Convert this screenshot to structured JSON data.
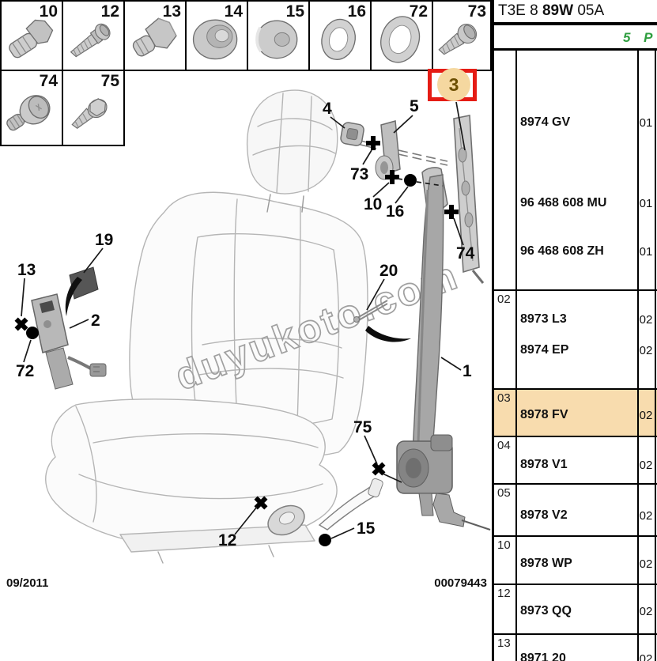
{
  "thumbnails": {
    "row1": [
      "10",
      "12",
      "13",
      "14",
      "15",
      "16",
      "72",
      "73"
    ],
    "row2": [
      "74",
      "75"
    ]
  },
  "diagram": {
    "highlight_number": "3",
    "watermark": "duyukoto.com",
    "date_code": "09/2011",
    "doc_number": "00079443",
    "callouts": {
      "c1": "1",
      "c2": "2",
      "c4": "4",
      "c5": "5",
      "c10": "10",
      "c12": "12",
      "c13": "13",
      "c15": "15",
      "c16": "16",
      "c19": "19",
      "c20": "20",
      "c72": "72",
      "c73": "73",
      "c74": "74",
      "c75": "75"
    }
  },
  "panel": {
    "title_prefix": "T3E 8 ",
    "title_bold": "89W",
    "title_suffix": " 05A",
    "green_note": "5 P",
    "colors": {
      "highlight_row": "#f8dcae",
      "accent_red": "#e51c15",
      "green_note": "#2f9e3f",
      "highlight_circle": "#f5d8a0"
    },
    "table": {
      "sections": [
        {
          "label": "",
          "entries": [
            {
              "part": "8974 GV",
              "qty": "01"
            },
            {
              "part": "96 468 608 MU",
              "qty": "01"
            },
            {
              "part": "96 468 608 ZH",
              "qty": "01"
            }
          ]
        },
        {
          "label": "02",
          "entries": [
            {
              "part": "8973 L3",
              "qty": "02"
            },
            {
              "part": "8974 EP",
              "qty": "02"
            }
          ]
        },
        {
          "label": "03",
          "highlighted": true,
          "entries": [
            {
              "part": "8978 FV",
              "qty": "02"
            }
          ]
        },
        {
          "label": "04",
          "entries": [
            {
              "part": "8978 V1",
              "qty": "02"
            }
          ]
        },
        {
          "label": "05",
          "entries": [
            {
              "part": "8978 V2",
              "qty": "02"
            }
          ]
        },
        {
          "label": "10",
          "entries": [
            {
              "part": "8978 WP",
              "qty": "02"
            }
          ]
        },
        {
          "label": "12",
          "entries": [
            {
              "part": "8973 QQ",
              "qty": "02"
            }
          ]
        },
        {
          "label": "13",
          "entries": [
            {
              "part": "8971 20",
              "qty": "02"
            }
          ]
        }
      ]
    }
  }
}
